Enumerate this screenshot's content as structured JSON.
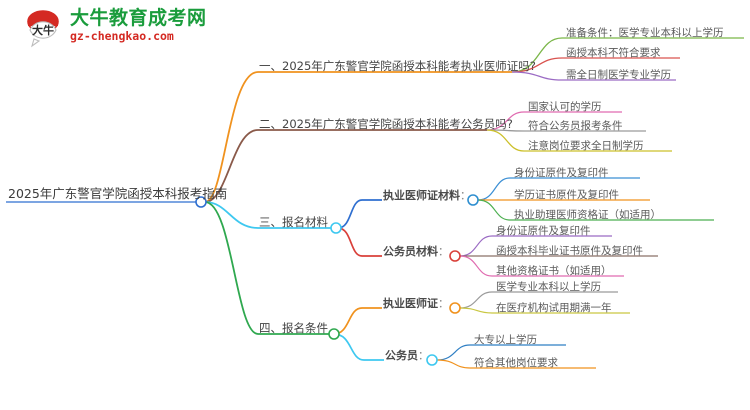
{
  "brand": {
    "logo_icon": "daniu-seal-logo-icon",
    "name_cn": "大牛教育成考网",
    "name_en": "gz-chengkao.com",
    "color_cn": "#1a9c3c",
    "color_en": "#d42a23"
  },
  "mindmap": {
    "type": "mindmap",
    "root": {
      "label": "2025年广东警官学院函授本科报考指南",
      "node_color": "#2f6fd0"
    },
    "branches": [
      {
        "label": "一、2025年广东警官学院函授本科能考执业医师证吗?",
        "color": "#f0921e",
        "children": [
          {
            "label": "准备条件：医学专业本科以上学历",
            "color": "#7ab648"
          },
          {
            "label": "函授本科不符合要求",
            "color": "#d9534f"
          },
          {
            "label": "需全日制医学专业学历",
            "color": "#9b6bc4"
          }
        ]
      },
      {
        "label": "二、2025年广东警官学院函授本科能考公务员吗?",
        "color": "#8a5a4a",
        "children": [
          {
            "label": "国家认可的学历",
            "color": "#e06bb0"
          },
          {
            "label": "符合公务员报考条件",
            "color": "#9a9a9a"
          },
          {
            "label": "注意岗位要求全日制学历",
            "color": "#ccc02a"
          }
        ]
      },
      {
        "label": "三、报名材料",
        "color": "#3ec8f0",
        "groups": [
          {
            "label": "执业医师证材料",
            "node_color": "#2f8fd0",
            "color": "#2f6fd0",
            "children": [
              {
                "label": "身份证原件及复印件",
                "color": "#3b8fd4"
              },
              {
                "label": "学历证书原件及复印件",
                "color": "#f0921e"
              },
              {
                "label": "执业助理医师资格证（如适用）",
                "color": "#4caf50"
              }
            ]
          },
          {
            "label": "公务员材料",
            "node_color": "#d9403a",
            "color": "#d9403a",
            "children": [
              {
                "label": "身份证原件及复印件",
                "color": "#9b6bc4"
              },
              {
                "label": "函授本科毕业证书原件及复印件",
                "color": "#8a7068"
              },
              {
                "label": "其他资格证书（如适用）",
                "color": "#e06bb0"
              }
            ]
          }
        ]
      },
      {
        "label": "四、报名条件",
        "color": "#2fa84f",
        "groups": [
          {
            "label": "执业医师证",
            "node_color": "#f0921e",
            "color": "#f0921e",
            "children": [
              {
                "label": "医学专业本科以上学历",
                "color": "#9a9a9a"
              },
              {
                "label": "在医疗机构试用期满一年",
                "color": "#c9c742"
              }
            ]
          },
          {
            "label": "公务员",
            "node_color": "#3ec8f0",
            "color": "#3ec8f0",
            "children": [
              {
                "label": "大专以上学历",
                "color": "#2f7fc4"
              },
              {
                "label": "符合其他岗位要求",
                "color": "#f0921e"
              }
            ]
          }
        ]
      }
    ]
  }
}
